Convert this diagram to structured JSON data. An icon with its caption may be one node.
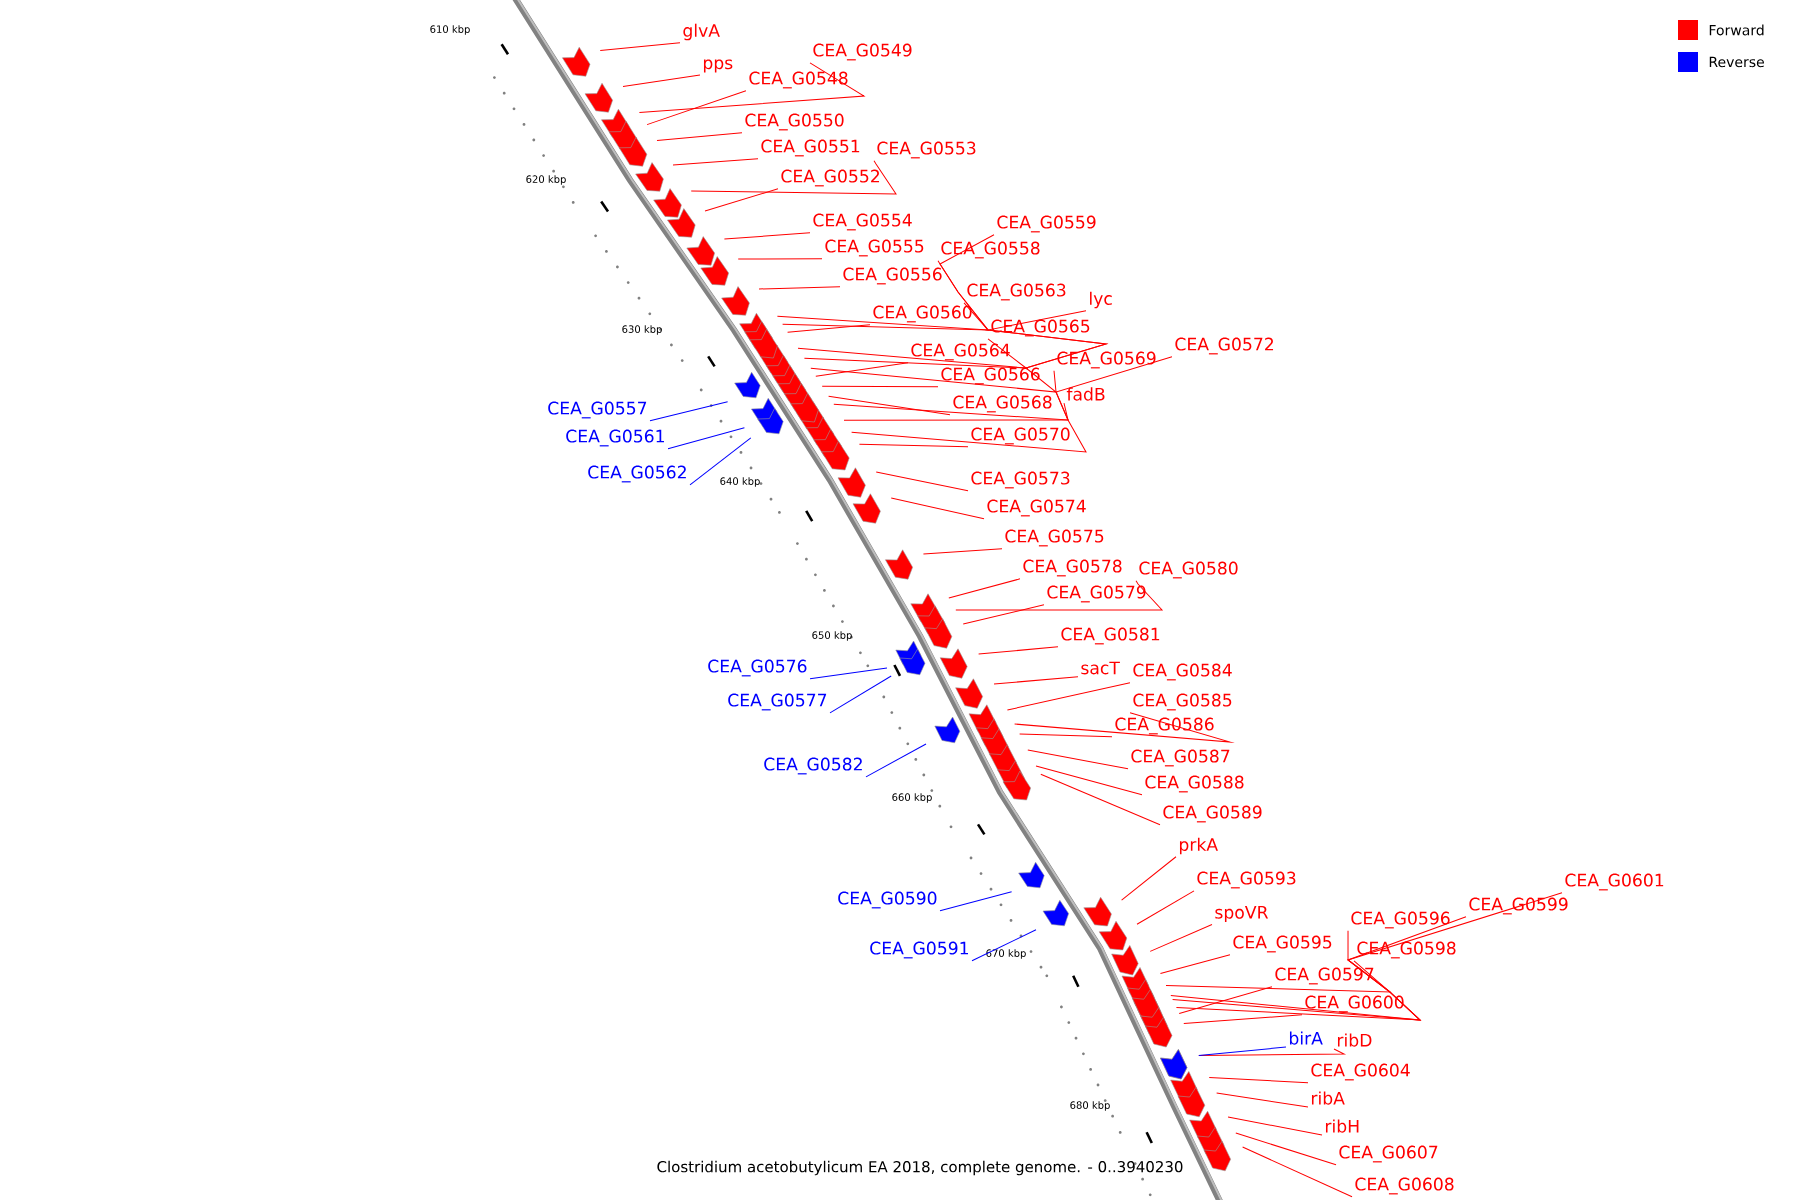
{
  "diagram": {
    "caption": "Clostridium acetobutylicum EA 2018, complete genome. - 0..3940230",
    "nodes": [
      {
        "text": [
          "glvA"
        ]
      },
      {
        "text": [
          "pps"
        ]
      },
      {
        "text": [
          "CEA_G0549"
        ]
      },
      {
        "text": [
          "CEA_G0548"
        ]
      },
      {
        "text": [
          "CEA_G0550"
        ]
      },
      {
        "text": [
          "CEA_G0551"
        ]
      },
      {
        "text": [
          "CEA_G0553"
        ]
      },
      {
        "text": [
          "CEA_G0552"
        ]
      },
      {
        "text": [
          "CEA_G0554"
        ]
      },
      {
        "text": [
          "CEA_G0555"
        ]
      },
      {
        "text": [
          "CEA_G0559"
        ]
      },
      {
        "text": [
          "CEA_G0558"
        ]
      },
      {
        "text": [
          "CEA_G0556"
        ]
      },
      {
        "text": [
          "CEA_G0563"
        ]
      },
      {
        "text": [
          "lyc"
        ]
      },
      {
        "text": [
          "CEA_G0560"
        ]
      },
      {
        "text": [
          "CEA_G0565"
        ]
      },
      {
        "text": [
          "CEA_G0564"
        ]
      },
      {
        "text": [
          "CEA_G0566"
        ]
      },
      {
        "text": [
          "CEA_G0569"
        ]
      },
      {
        "text": [
          "CEA_G0572"
        ]
      },
      {
        "text": [
          "CEA_G0568"
        ]
      },
      {
        "text": [
          "fadB"
        ]
      },
      {
        "text": [
          "CEA_G0570"
        ]
      },
      {
        "text": [
          "CEA_G0573"
        ]
      },
      {
        "text": [
          "CEA_G0574"
        ]
      },
      {
        "text": [
          "CEA_G0575"
        ]
      },
      {
        "text": [
          "CEA_G0578"
        ]
      },
      {
        "text": [
          "CEA_G0580"
        ]
      },
      {
        "text": [
          "CEA_G0579"
        ]
      },
      {
        "text": [
          "CEA_G0581"
        ]
      },
      {
        "text": [
          "sacT"
        ]
      },
      {
        "text": [
          "CEA_G0584"
        ]
      },
      {
        "text": [
          "CEA_G0585"
        ]
      },
      {
        "text": [
          "CEA_G0586"
        ]
      },
      {
        "text": [
          "CEA_G0587"
        ]
      },
      {
        "text": [
          "CEA_G0588"
        ]
      },
      {
        "text": [
          "CEA_G0589"
        ]
      },
      {
        "text": [
          "prkA"
        ]
      },
      {
        "text": [
          "CEA_G0593"
        ]
      },
      {
        "text": [
          "spoVR"
        ]
      },
      {
        "text": [
          "CEA_G0595"
        ]
      },
      {
        "text": [
          "CEA_G0596"
        ]
      },
      {
        "text": [
          "CEA_G0599"
        ]
      },
      {
        "text": [
          "CEA_G0601"
        ]
      },
      {
        "text": [
          "CEA_G0598"
        ]
      },
      {
        "text": [
          "CEA_G0597"
        ]
      },
      {
        "text": [
          "CEA_G0600"
        ]
      },
      {
        "text": [
          "ribD"
        ]
      },
      {
        "text": [
          "CEA_G0604"
        ]
      },
      {
        "text": [
          "ribA"
        ]
      },
      {
        "text": [
          "ribH"
        ]
      },
      {
        "text": [
          "CEA_G0607"
        ]
      },
      {
        "text": [
          "CEA_G0608"
        ]
      },
      {
        "text": [
          "birA"
        ]
      },
      {
        "text": [
          "CEA_G0557"
        ]
      },
      {
        "text": [
          "CEA_G0561"
        ]
      },
      {
        "text": [
          "CEA_G0562"
        ]
      },
      {
        "text": [
          "CEA_G0576"
        ]
      },
      {
        "text": [
          "CEA_G0577"
        ]
      },
      {
        "text": [
          "CEA_G0582"
        ]
      },
      {
        "text": [
          "CEA_G0590"
        ]
      },
      {
        "text": [
          "CEA_G0591"
        ]
      }
    ],
    "edges": [
      {
        "from": 0,
        "to": null,
        "arrow": "none"
      },
      {
        "from": 1,
        "to": null,
        "arrow": "none"
      },
      {
        "from": 2,
        "to": null,
        "arrow": "none"
      },
      {
        "from": 3,
        "to": null,
        "arrow": "none"
      },
      {
        "from": 4,
        "to": null,
        "arrow": "none"
      },
      {
        "from": 5,
        "to": null,
        "arrow": "none"
      },
      {
        "from": 6,
        "to": null,
        "arrow": "none"
      },
      {
        "from": 7,
        "to": null,
        "arrow": "none"
      },
      {
        "from": 8,
        "to": null,
        "arrow": "none"
      },
      {
        "from": 9,
        "to": null,
        "arrow": "none"
      },
      {
        "from": 10,
        "to": null,
        "arrow": "none"
      },
      {
        "from": 11,
        "to": null,
        "arrow": "none"
      },
      {
        "from": 12,
        "to": null,
        "arrow": "none"
      },
      {
        "from": 13,
        "to": null,
        "arrow": "none"
      },
      {
        "from": 14,
        "to": null,
        "arrow": "none"
      },
      {
        "from": 15,
        "to": null,
        "arrow": "none"
      },
      {
        "from": 16,
        "to": null,
        "arrow": "none"
      },
      {
        "from": 17,
        "to": null,
        "arrow": "none"
      },
      {
        "from": 18,
        "to": null,
        "arrow": "none"
      },
      {
        "from": 19,
        "to": null,
        "arrow": "none"
      },
      {
        "from": 20,
        "to": null,
        "arrow": "none"
      },
      {
        "from": 21,
        "to": null,
        "arrow": "none"
      },
      {
        "from": 22,
        "to": null,
        "arrow": "none"
      },
      {
        "from": 23,
        "to": null,
        "arrow": "none"
      },
      {
        "from": 24,
        "to": null,
        "arrow": "none"
      },
      {
        "from": 25,
        "to": null,
        "arrow": "none"
      },
      {
        "from": 26,
        "to": null,
        "arrow": "none"
      },
      {
        "from": 27,
        "to": null,
        "arrow": "none"
      },
      {
        "from": 28,
        "to": null,
        "arrow": "none"
      },
      {
        "from": 29,
        "to": null,
        "arrow": "none"
      },
      {
        "from": 30,
        "to": null,
        "arrow": "none"
      },
      {
        "from": 31,
        "to": null,
        "arrow": "none"
      },
      {
        "from": 32,
        "to": null,
        "arrow": "none"
      },
      {
        "from": 33,
        "to": null,
        "arrow": "none"
      },
      {
        "from": 34,
        "to": null,
        "arrow": "none"
      },
      {
        "from": 35,
        "to": null,
        "arrow": "none"
      },
      {
        "from": 36,
        "to": null,
        "arrow": "none"
      },
      {
        "from": 37,
        "to": null,
        "arrow": "none"
      },
      {
        "from": 38,
        "to": null,
        "arrow": "none"
      },
      {
        "from": 39,
        "to": null,
        "arrow": "none"
      },
      {
        "from": 40,
        "to": null,
        "arrow": "none"
      },
      {
        "from": 41,
        "to": null,
        "arrow": "none"
      },
      {
        "from": 42,
        "to": null,
        "arrow": "none"
      },
      {
        "from": 43,
        "to": null,
        "arrow": "none"
      },
      {
        "from": 44,
        "to": null,
        "arrow": "none"
      },
      {
        "from": 45,
        "to": null,
        "arrow": "none"
      },
      {
        "from": 46,
        "to": null,
        "arrow": "none"
      },
      {
        "from": 47,
        "to": null,
        "arrow": "none"
      },
      {
        "from": 48,
        "to": null,
        "arrow": "none"
      },
      {
        "from": 49,
        "to": null,
        "arrow": "none"
      },
      {
        "from": 50,
        "to": null,
        "arrow": "none"
      },
      {
        "from": 51,
        "to": null,
        "arrow": "none"
      },
      {
        "from": 52,
        "to": null,
        "arrow": "none"
      },
      {
        "from": 53,
        "to": null,
        "arrow": "none"
      },
      {
        "from": 54,
        "to": null,
        "arrow": "none",
        "color": "#0000ff"
      },
      {
        "from": 55,
        "to": null,
        "arrow": "none",
        "color": "#0000ff"
      },
      {
        "from": 56,
        "to": null,
        "arrow": "none",
        "color": "#0000ff"
      },
      {
        "from": 57,
        "to": null,
        "arrow": "none",
        "color": "#0000ff"
      },
      {
        "from": 58,
        "to": null,
        "arrow": "none",
        "color": "#0000ff"
      },
      {
        "from": 59,
        "to": null,
        "arrow": "none",
        "color": "#0000ff"
      },
      {
        "from": 60,
        "to": null,
        "arrow": "none",
        "color": "#0000ff"
      },
      {
        "from": 61,
        "to": null,
        "arrow": "none",
        "color": "#0000ff"
      },
      {
        "from": 62,
        "to": null,
        "arrow": "none",
        "color": "#0000ff"
      }
    ],
    "labels": [
      "610 kbp",
      "620 kbp",
      "630 kbp",
      "640 kbp",
      "650 kbp",
      "660 kbp",
      "670 kbp",
      "680 kbp"
    ],
    "legend": [
      {
        "text": "Forward",
        "color": "#ff0000"
      },
      {
        "text": "Reverse",
        "color": "#0000ff"
      }
    ]
  }
}
